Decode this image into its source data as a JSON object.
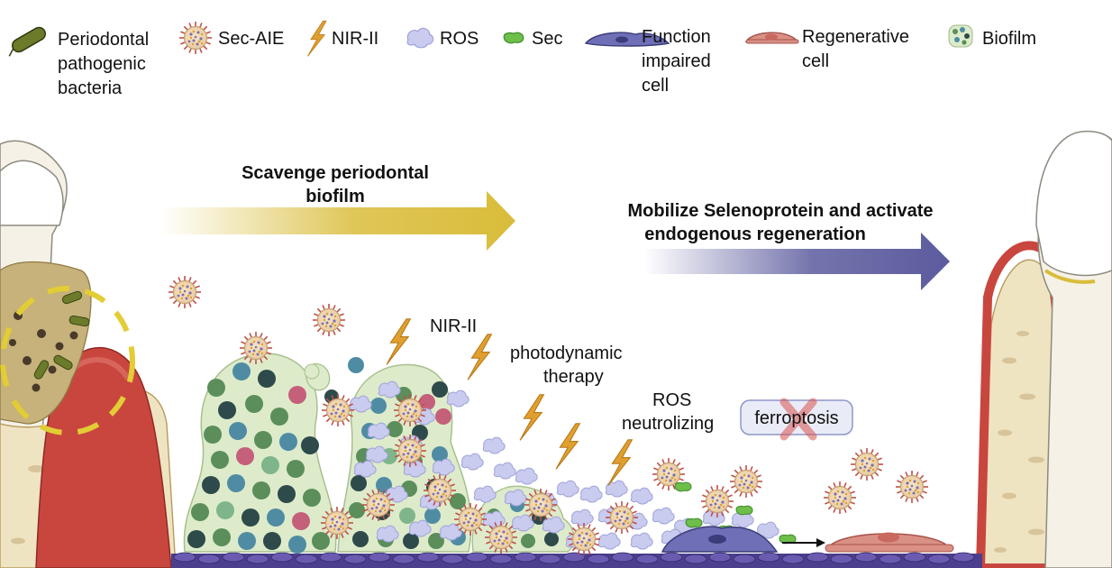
{
  "legend": {
    "bacteria": [
      "Periodontal",
      "pathogenic",
      "bacteria"
    ],
    "sec_aie": "Sec-AIE",
    "nir": "NIR-II",
    "ros": "ROS",
    "sec": "Sec",
    "impaired": [
      "Function",
      "impaired",
      "cell"
    ],
    "regen": [
      "Regenerative",
      "cell"
    ],
    "biofilm": "Biofilm"
  },
  "arrows": {
    "scavenge": [
      "Scavenge periodontal",
      "biofilm"
    ],
    "mobilize": [
      "Mobilize Selenoprotein and activate",
      "endogenous regeneration"
    ]
  },
  "annotations": {
    "nir": "NIR-II",
    "pdt": [
      "photodynamic",
      "therapy"
    ],
    "ros": [
      "ROS",
      "neutrolizing"
    ],
    "ferroptosis": "ferroptosis"
  },
  "colors": {
    "yellow_arrow": "#D9BC3A",
    "purple_arrow": "#5B5B9E",
    "gum": "#C9463E",
    "bone": "#EFE4C2",
    "biofilm_fill": "#DDEBCB",
    "ros": "#C9CBEF",
    "sec": "#6DBE4A",
    "lightning": "#E0A030"
  }
}
